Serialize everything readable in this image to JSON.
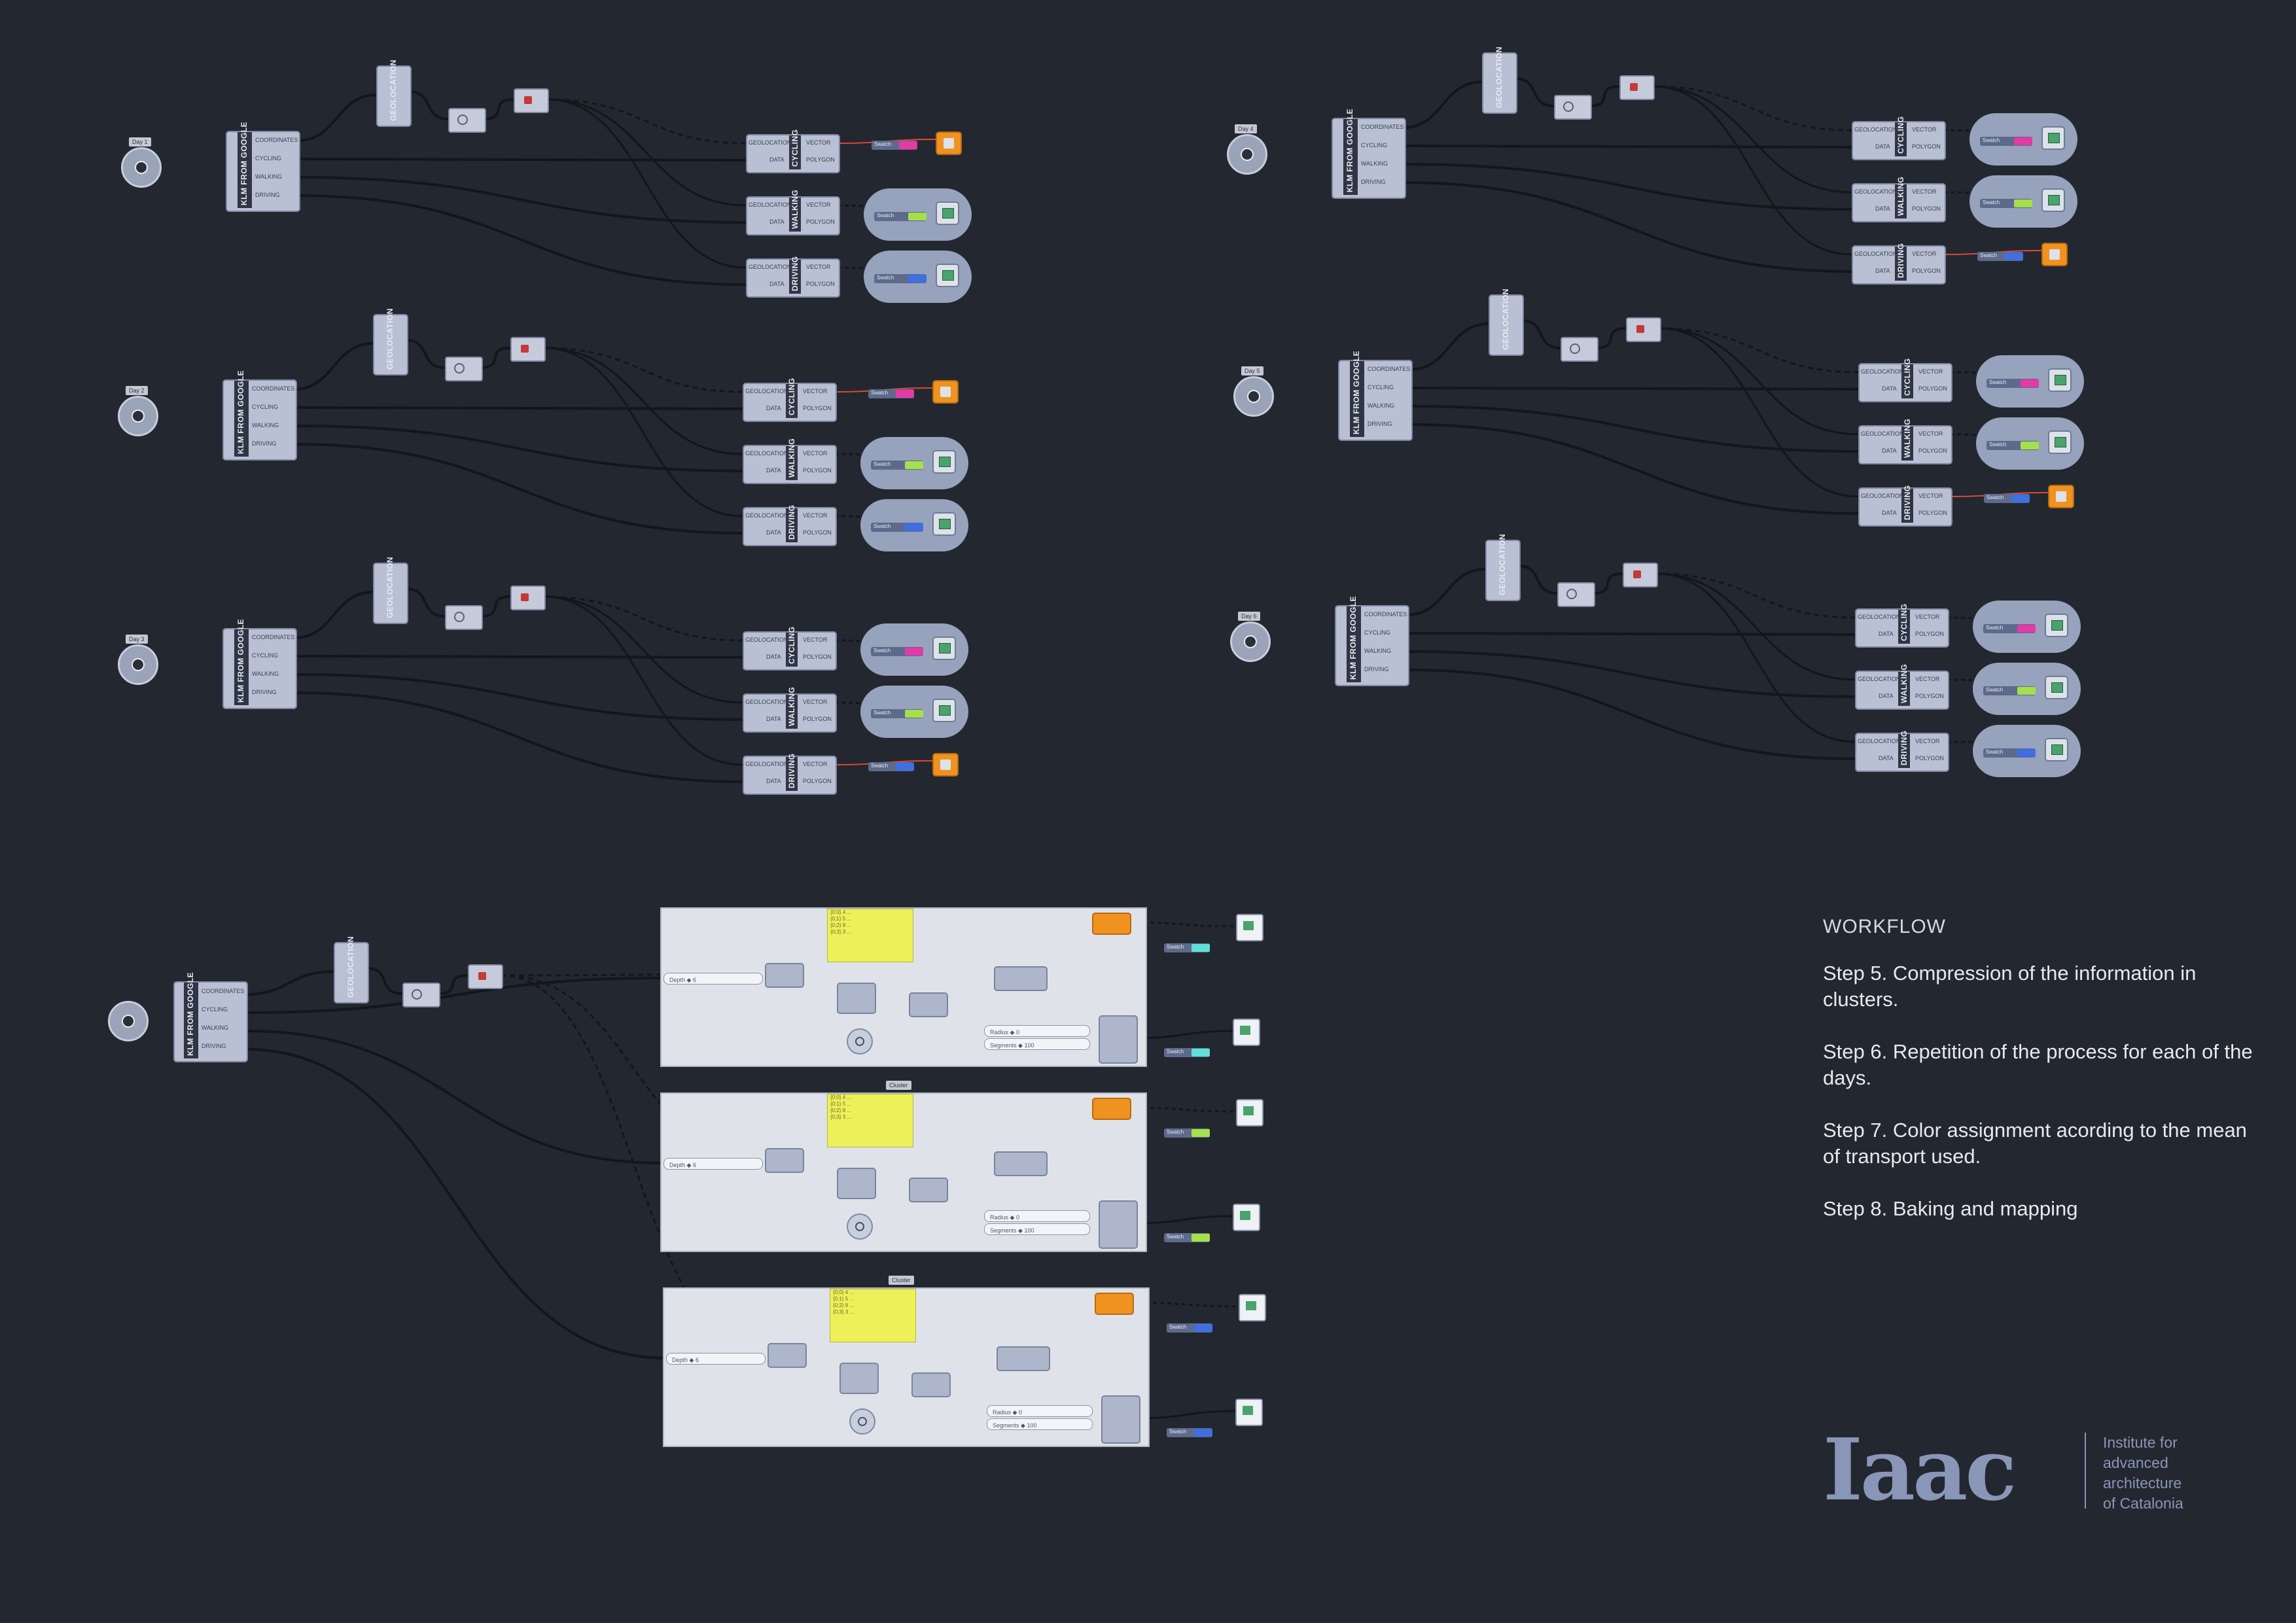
{
  "canvas": {
    "background": "#23272f",
    "wire_color": "#13161b",
    "component_color": "#b9c0d3",
    "colors": {
      "cycling": "#e23aa6",
      "walking": "#a4e04a",
      "driving": "#3f6fe0",
      "orange": "#f0921f",
      "red_wire": "#e04a36",
      "cyan": "#5fe0d8"
    }
  },
  "clusters": [
    {
      "input_tag": "Day 1"
    },
    {
      "input_tag": "Day 2"
    },
    {
      "input_tag": "Day 3"
    },
    {
      "input_tag": "Day 4"
    },
    {
      "input_tag": "Day 5"
    },
    {
      "input_tag": "Day 6"
    }
  ],
  "component": {
    "main_label": "KLM FROM GOOGLE",
    "main_outputs": [
      "COORDINATES",
      "CYCLING",
      "WALKING",
      "DRIVING"
    ],
    "geo_label": "GEOLOCATION",
    "type_inputs": [
      "GEOLOCATION",
      "DATA"
    ],
    "type_outputs": [
      "VECTOR",
      "POLYGON"
    ],
    "types": [
      "CYCLING",
      "WALKING",
      "DRIVING"
    ],
    "swatch_label": "Swatch"
  },
  "clustering": {
    "groups": [
      {
        "color_tag": "Swatch",
        "header": ""
      },
      {
        "color_tag": "Swatch",
        "header": "Cluster"
      },
      {
        "color_tag": "Swatch",
        "header": "Cluster"
      }
    ],
    "yellow_lines": [
      "{0;0} 4  ...",
      "{0;1} 5  ...",
      "{0;2} 8  ...",
      "{0;3} 3  ..."
    ],
    "slider_labels": {
      "depth": "Depth",
      "radius": "Radius",
      "segments": "Segments"
    },
    "slider_values": {
      "depth": "6",
      "radius": "0",
      "segments": "100"
    }
  },
  "workflow": {
    "title": "WORKFLOW",
    "steps": [
      "Step 5.  Compression of the information in clusters.",
      "Step 6.  Repetition of the process for each of the days.",
      "Step 7.  Color assignment acording to the mean of transport used.",
      "Step 8. Baking and mapping"
    ]
  },
  "logo": {
    "mark": "Iaac",
    "caption": [
      "Institute for",
      "advanced",
      "architecture",
      "of Catalonia"
    ]
  }
}
